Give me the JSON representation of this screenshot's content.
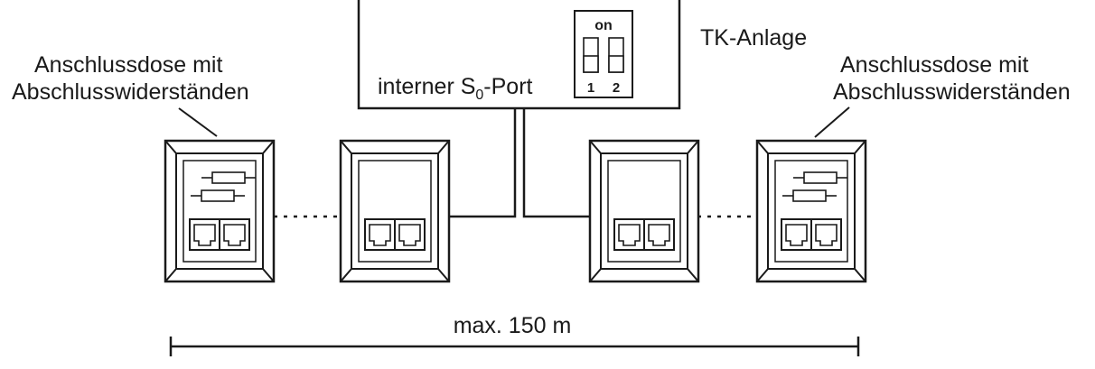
{
  "labels": {
    "pbx": "TK-Anlage",
    "port_prefix": "interner S",
    "port_sub": "0",
    "port_suffix": "-Port",
    "switch_on": "on",
    "switch_1": "1",
    "switch_2": "2",
    "left_box_line1": "Anschlussdose mit",
    "left_box_line2": "Abschlusswiderständen",
    "right_box_line1": "Anschlussdose mit",
    "right_box_line2": "Abschlusswiderständen",
    "distance": "max. 150 m"
  },
  "colors": {
    "line": "#1a1a1a",
    "background": "#ffffff"
  }
}
